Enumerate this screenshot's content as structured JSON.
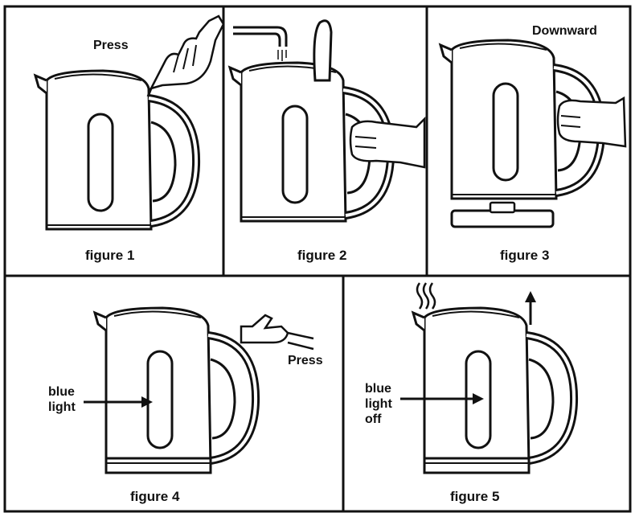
{
  "figures": [
    {
      "caption": "figure 1",
      "annotation": "Press"
    },
    {
      "caption": "figure 2"
    },
    {
      "caption": "figure 3",
      "annotation": "Downward"
    },
    {
      "caption": "figure 4",
      "annotation": "Press",
      "indicator": [
        "blue",
        "light"
      ]
    },
    {
      "caption": "figure 5",
      "indicator": [
        "blue",
        "light",
        "off"
      ]
    }
  ],
  "colors": {
    "ink": "#111111",
    "paper": "#ffffff"
  }
}
